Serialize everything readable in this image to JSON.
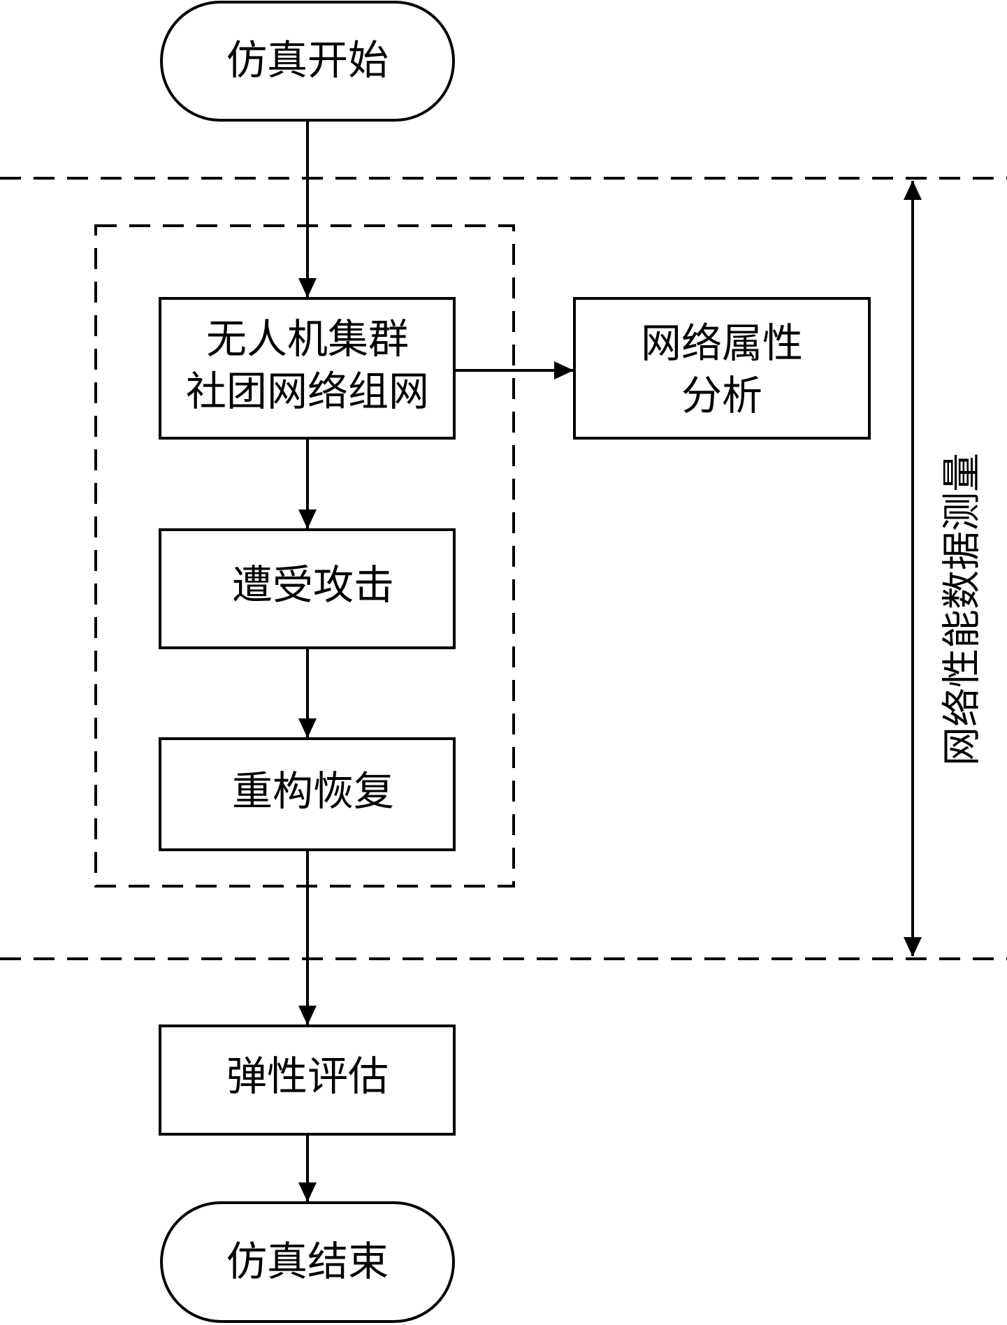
{
  "nodes": {
    "start": "仿真开始",
    "networking_line1": "无人机集群",
    "networking_line2": "社团网络组网",
    "attack": "遭受攻击",
    "recovery": "重构恢复",
    "property_line1": "网络属性",
    "property_line2": "分析",
    "evaluation": "弹性评估",
    "end": "仿真结束"
  },
  "measurement_label": "网络性能数据测量"
}
